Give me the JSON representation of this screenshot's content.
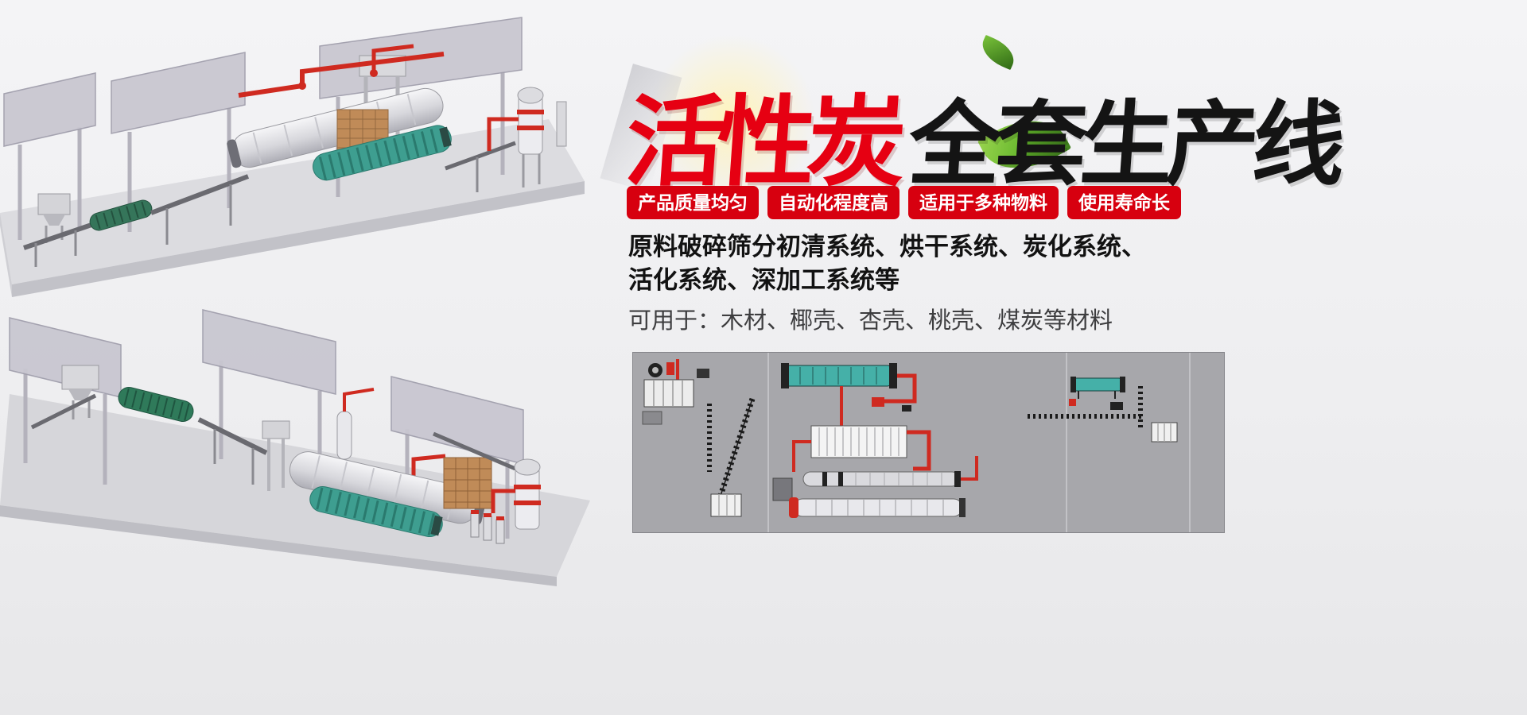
{
  "hero": {
    "title": {
      "highlight": "活性炭",
      "rest": "全套生产线"
    },
    "badges": [
      {
        "label": "产品质量均匀"
      },
      {
        "label": "自动化程度高"
      },
      {
        "label": "适用于多种物料"
      },
      {
        "label": "使用寿命长"
      }
    ],
    "description": {
      "line1": "原料破碎筛分初清系统、烘干系统、炭化系统、",
      "line2": "活化系统、深加工系统等",
      "line3": "可用于：木材、椰壳、杏壳、桃壳、煤炭等材料"
    }
  },
  "colors": {
    "title_red": "#e60012",
    "title_black": "#141414",
    "badge_background": "#d7000f",
    "badge_text": "#ffffff",
    "leaf_green": "#61b52a",
    "schematic_background": "#a7a7ab",
    "machine_teal": "#45b0a8",
    "pipe_red": "#cf2a20",
    "drum_teal": "#3e9e90",
    "brick_tan": "#c08b58",
    "wall_gray": "#c9c7d1"
  },
  "illustrations": {
    "top_render": "isometric-3d-activated-carbon-production-line",
    "bottom_render": "isometric-3d-activated-carbon-production-line-alt-view",
    "schematic": "production-line-top-view-schematic"
  }
}
